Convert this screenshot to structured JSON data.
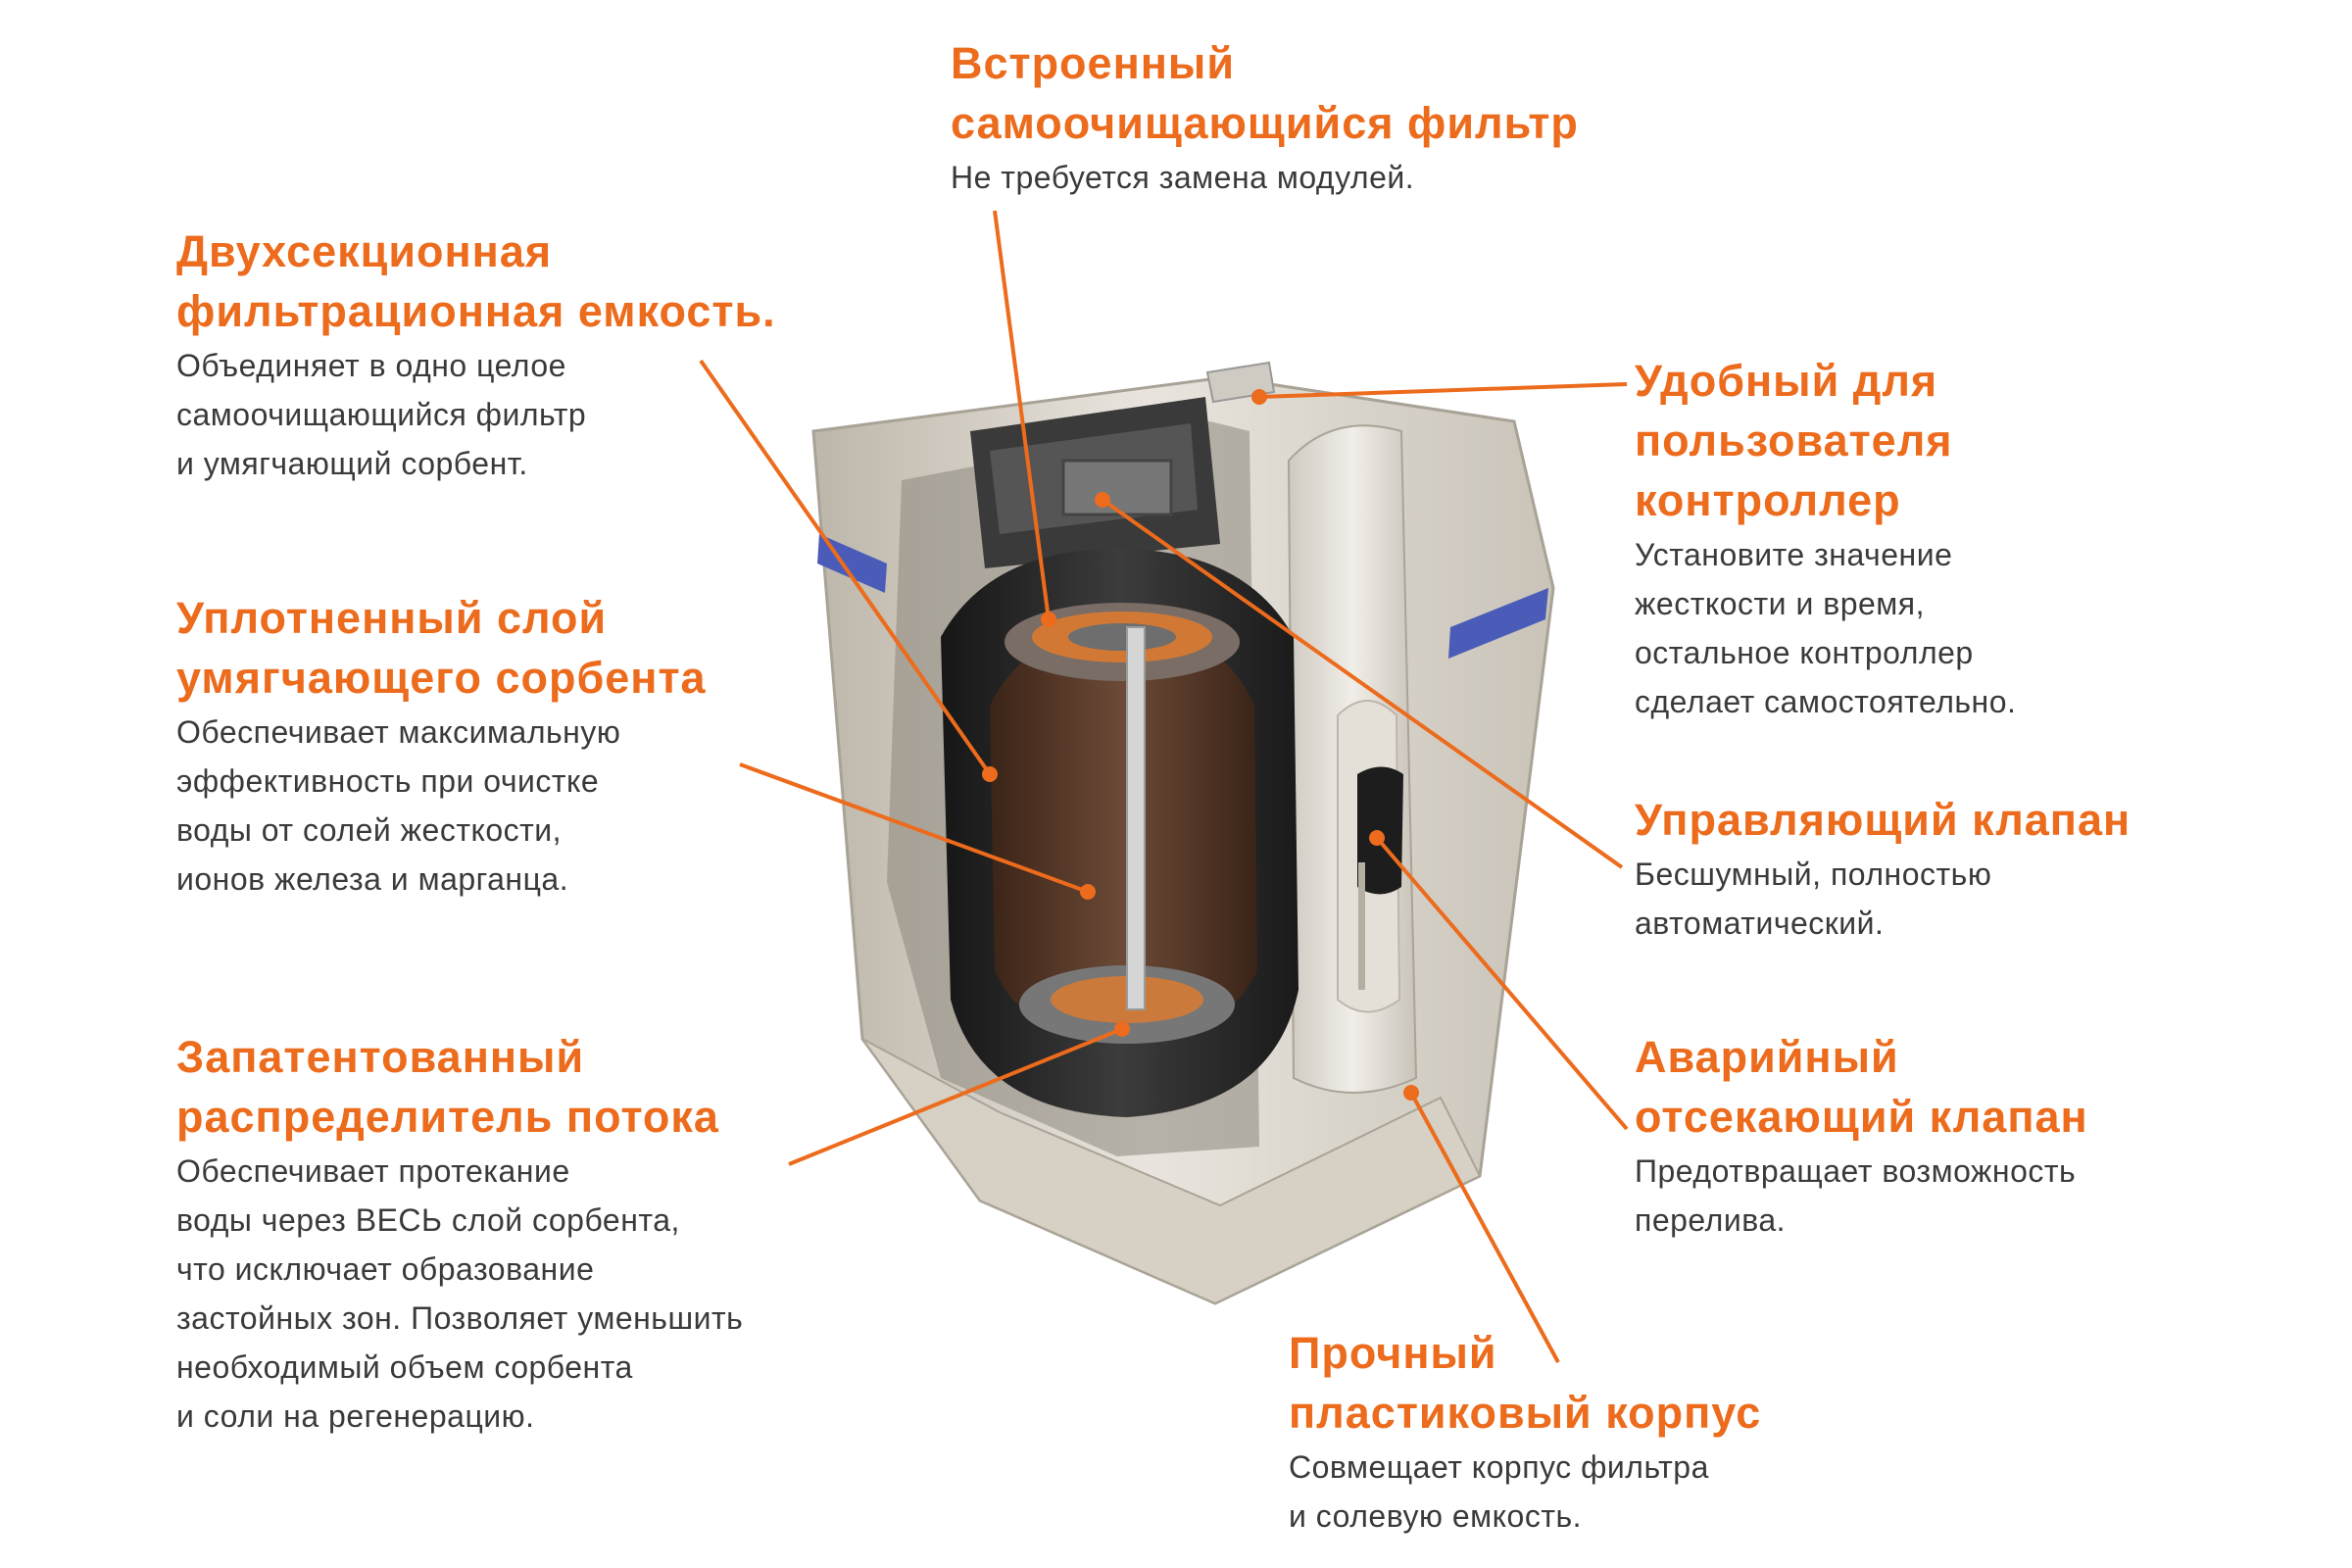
{
  "colors": {
    "accent": "#ec6b1c",
    "text": "#3a3a3a",
    "casing": "#d8d2c7",
    "stripe": "#4a5cb8",
    "vessel": "#2b2b2b",
    "sorbent": "#5a3a2a"
  },
  "callouts": {
    "filter": {
      "title": "Встроенный\nсамоочищающийся фильтр",
      "desc": "Не требуется замена модулей."
    },
    "tank": {
      "title": "Двухсекционная\nфильтрационная емкость.",
      "desc": "Объединяет в одно целое\nсамоочищающийся фильтр\nи умягчающий сорбент."
    },
    "controller": {
      "title": "Удобный для\nпользователя\nконтроллер",
      "desc": "Установите значение\nжесткости и время,\nостальное контроллер\nсделает самостоятельно."
    },
    "sorbent": {
      "title": "Уплотненный слой\nумягчающего сорбента",
      "desc": "Обеспечивает максимальную\nэффективность при очистке\nводы от солей жесткости,\nионов железа и марганца."
    },
    "valve": {
      "title": "Управляющий клапан",
      "desc": "Бесшумный, полностью\nавтоматический."
    },
    "distributor": {
      "title": "Запатентованный\nраспределитель потока",
      "desc": "Обеспечивает протекание\nводы через ВЕСЬ слой сорбента,\nчто исключает образование\nзастойных зон. Позволяет уменьшить\nнеобходимый объем сорбента\nи соли на регенерацию."
    },
    "cutoff": {
      "title": "Аварийный\nотсекающий клапан",
      "desc": "Предотвращает возможность\nперелива."
    },
    "body": {
      "title": "Прочный\nпластиковый корпус",
      "desc": "Совмещает корпус фильтра\nи солевую емкость."
    }
  }
}
